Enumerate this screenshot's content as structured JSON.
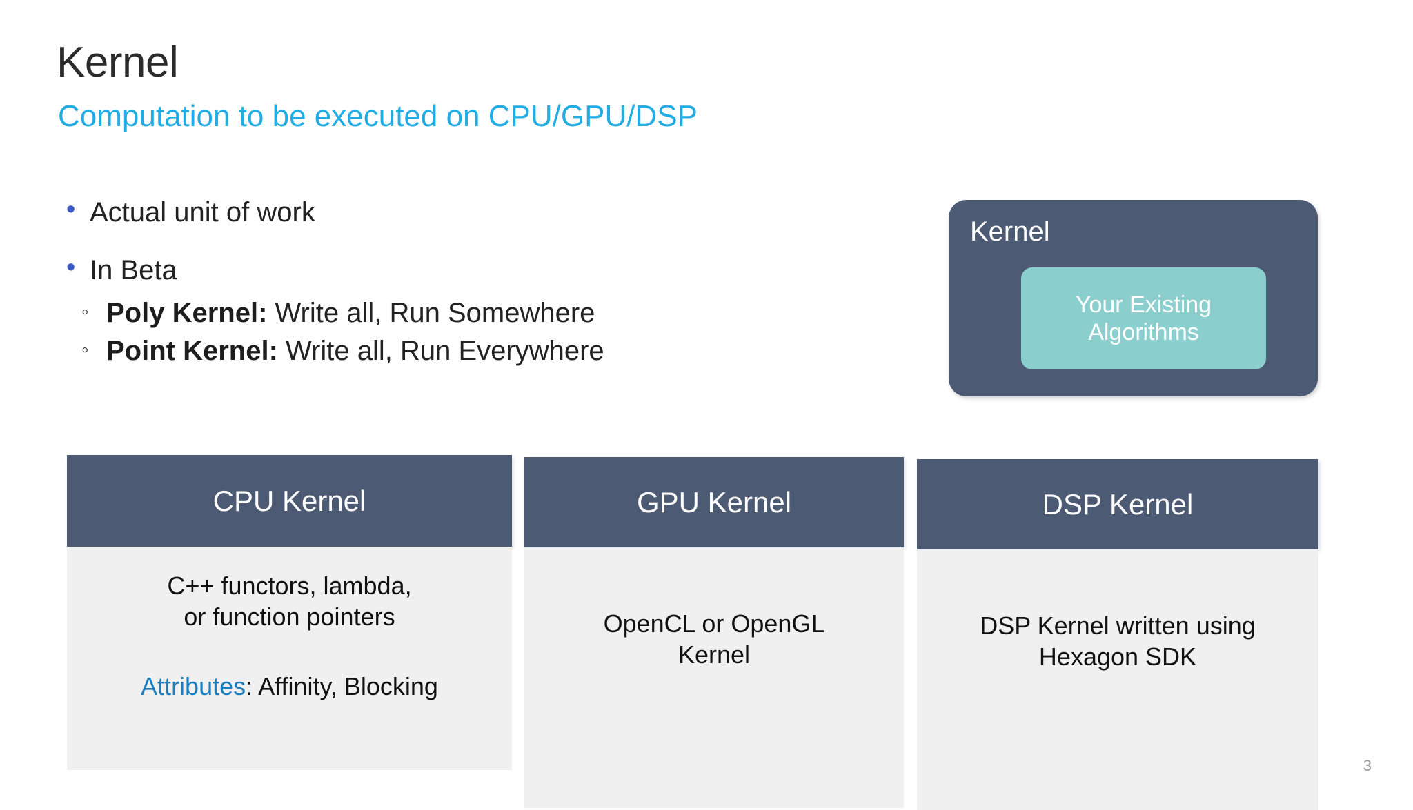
{
  "slide": {
    "title": "Kernel",
    "subtitle": "Computation to be executed on CPU/GPU/DSP",
    "page_number": "3",
    "colors": {
      "subtitle_blue": "#21ace3",
      "bullet_blue": "#3a59c7",
      "panel_dark": "#4c5a74",
      "panel_teal": "#8acfce",
      "panel_light": "#f0f0f0",
      "attribute_link": "#1a7fc1"
    }
  },
  "bullets": [
    {
      "level": 1,
      "text": "Actual unit of work"
    },
    {
      "level": 1,
      "text": "In Beta"
    },
    {
      "level": 2,
      "bold": "Poly Kernel:",
      "text": " Write all, Run Somewhere"
    },
    {
      "level": 2,
      "bold": "Point Kernel:",
      "text": " Write all, Run Everywhere"
    }
  ],
  "kernel_diagram": {
    "outer_label": "Kernel",
    "inner_label": "Your Existing Algorithms"
  },
  "columns": [
    {
      "id": "cpu",
      "header": "CPU Kernel",
      "body_main": "C++ functors, lambda,\nor function pointers",
      "attribute_key": "Attributes",
      "attribute_value": ": Affinity, Blocking"
    },
    {
      "id": "gpu",
      "header": "GPU Kernel",
      "body_main": "OpenCL or OpenGL Kernel"
    },
    {
      "id": "dsp",
      "header": "DSP Kernel",
      "body_main": "DSP Kernel written using Hexagon SDK"
    }
  ]
}
